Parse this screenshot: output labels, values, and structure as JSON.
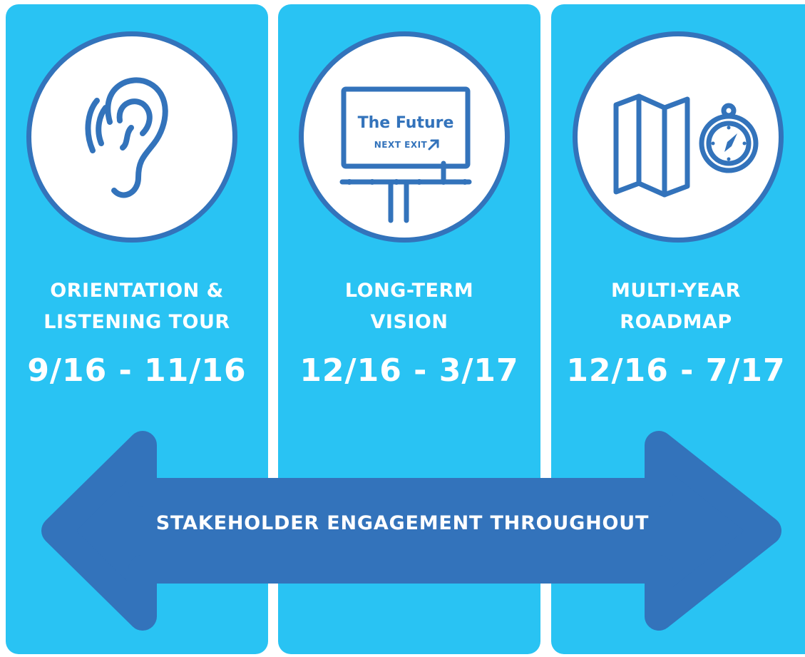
{
  "colors": {
    "panel": "#29c3f3",
    "accent": "#3373bb",
    "circle_fill": "#ffffff",
    "text": "#ffffff"
  },
  "stages": [
    {
      "icon": "ear-icon",
      "title": "ORIENTATION &\nLISTENING TOUR",
      "dates": "9/16 - 11/16"
    },
    {
      "icon": "billboard-icon",
      "title": "LONG-TERM\nVISION",
      "dates": "12/16 - 3/17",
      "billboard": {
        "headline": "The Future",
        "subline": "NEXT EXIT"
      }
    },
    {
      "icon": "map-compass-icon",
      "title": "MULTI-YEAR\nROADMAP",
      "dates": "12/16 - 7/17"
    }
  ],
  "arrow": {
    "icon": "double-arrow-icon",
    "label": "STAKEHOLDER ENGAGEMENT THROUGHOUT"
  }
}
